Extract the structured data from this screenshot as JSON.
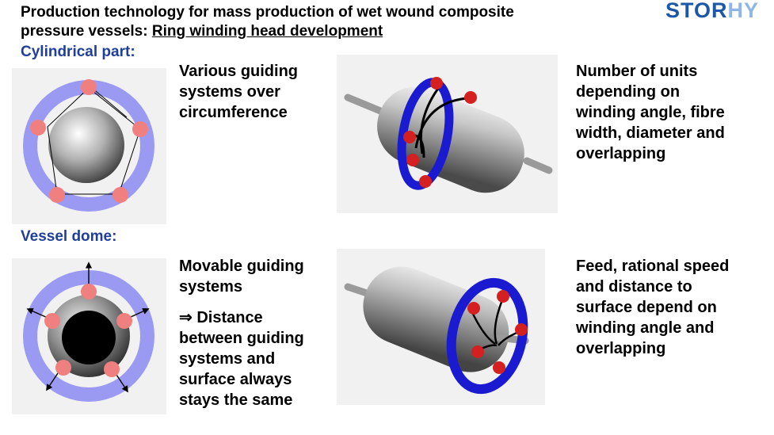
{
  "header": {
    "title_line1": "Production technology for mass production of wet wound composite",
    "title_line2_prefix": "pressure vessels: ",
    "title_line2_underlined": "Ring winding head development",
    "logo_part1": "STOR",
    "logo_part2": "HY"
  },
  "sections": {
    "cylindrical": "Cylindrical part:",
    "dome": "Vessel dome:"
  },
  "text": {
    "cyl_left": [
      "Various guiding",
      "systems over",
      "circumference"
    ],
    "cyl_right": [
      "Number of units",
      "depending on",
      "winding angle, fibre",
      "width, diameter and",
      "overlapping"
    ],
    "dome_left_a": [
      "Movable guiding",
      "systems"
    ],
    "dome_left_b": [
      "⇒ Distance",
      "between guiding",
      "systems and",
      "surface always",
      "stays the same"
    ],
    "dome_right": [
      "Feed, rational speed",
      "and distance to",
      "surface depend on",
      "winding angle and",
      "overlapping"
    ]
  },
  "colors": {
    "ring_light": "#9a9af2",
    "ring_dark": "#1a1ad0",
    "guide_pink": "#f08080",
    "guide_red": "#d42020",
    "panel_bg": "#f1f1f1"
  }
}
